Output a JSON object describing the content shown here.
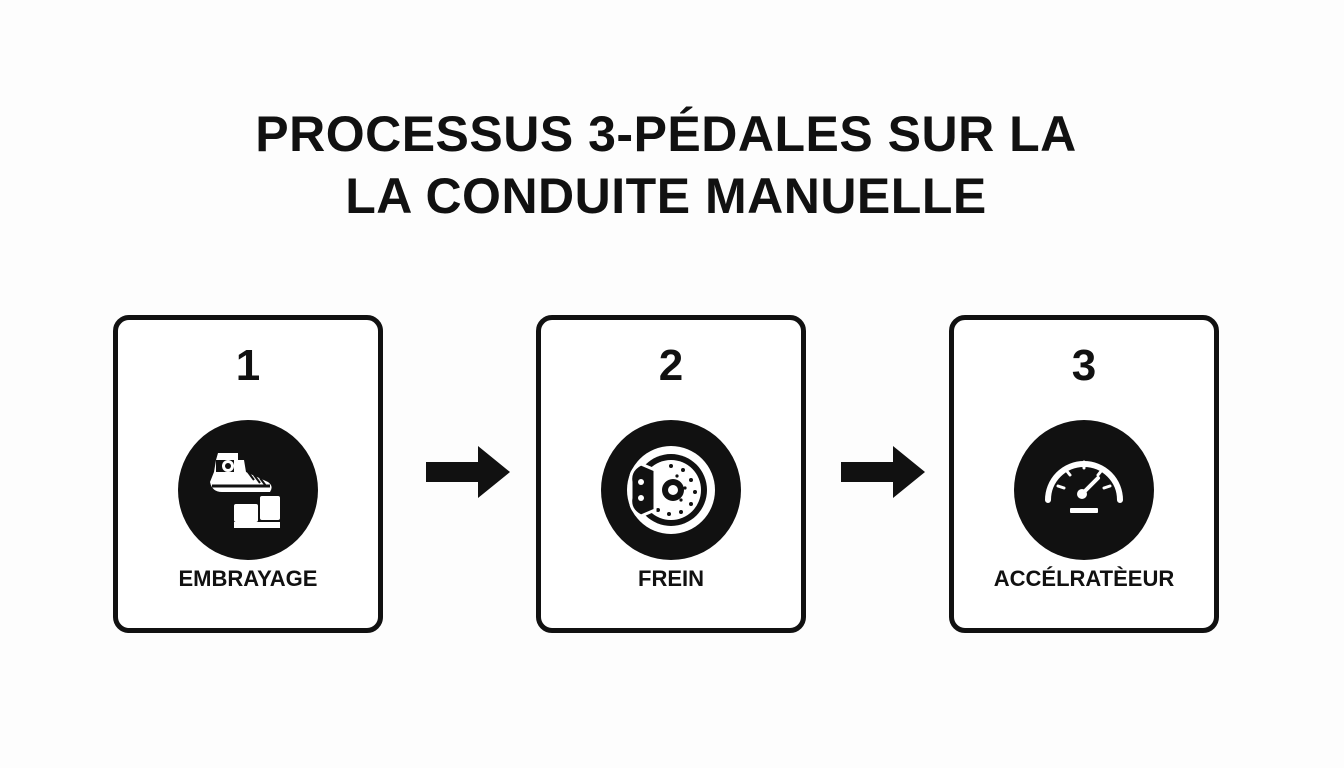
{
  "title": {
    "line1": "PROCESSUS 3-PÉDALES SUR LA",
    "line2": "LA CONDUITE MANUELLE"
  },
  "steps": [
    {
      "number": "1",
      "label": "EMBRAYAGE",
      "icon": "foot-on-pedal-icon"
    },
    {
      "number": "2",
      "label": "FREIN",
      "icon": "brake-disc-icon"
    },
    {
      "number": "3",
      "label": "ACCÉLRATÈEUR",
      "icon": "speedometer-icon"
    }
  ],
  "colors": {
    "ink": "#111111",
    "background": "#fdfdfd",
    "icon_fill": "#ffffff"
  }
}
